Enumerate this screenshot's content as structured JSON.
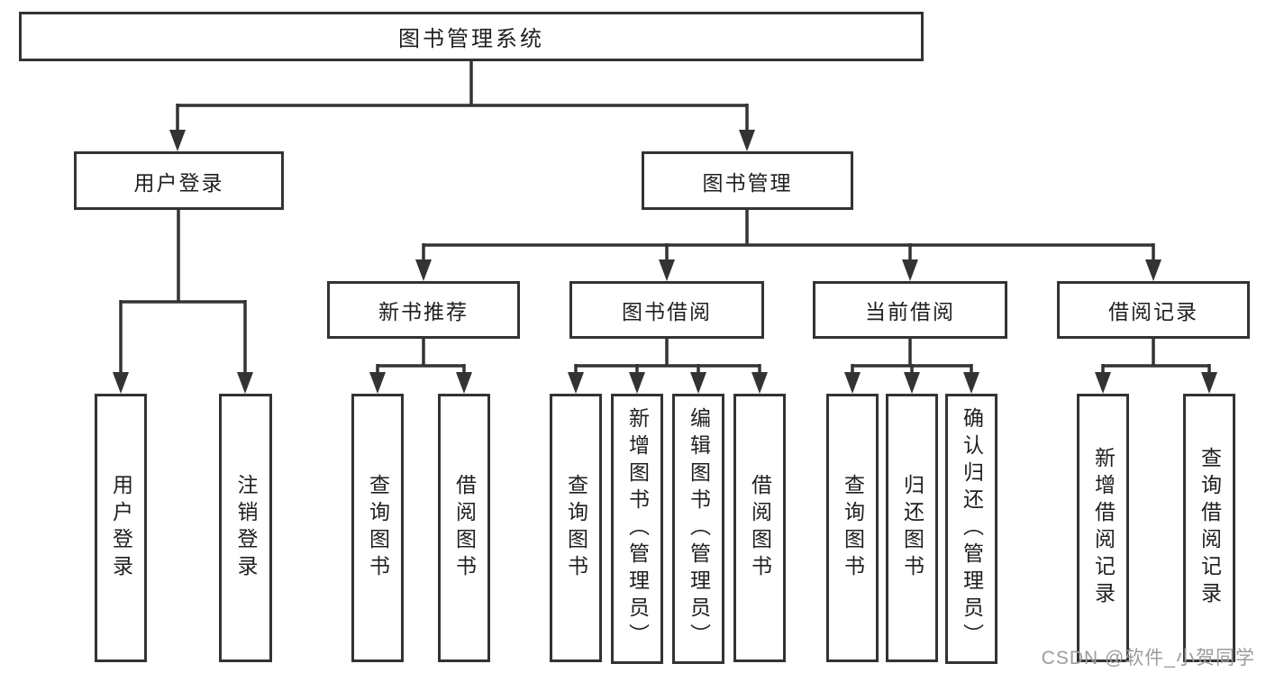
{
  "diagram": {
    "title_node": "图书管理系统",
    "level2": [
      "用户登录",
      "图书管理"
    ],
    "level3": [
      "新书推荐",
      "图书借阅",
      "当前借阅",
      "借阅记录"
    ],
    "leaves_login": [
      "用户登录",
      "注销登录"
    ],
    "leaves_newbook": [
      "查询图书",
      "借阅图书"
    ],
    "leaves_borrow": [
      "查询图书",
      "新增图书（管理员）",
      "编辑图书（管理员）",
      "借阅图书"
    ],
    "leaves_current": [
      "查询图书",
      "归还图书",
      "确认归还（管理员）"
    ],
    "leaves_records": [
      "新增借阅记录",
      "查询借阅记录"
    ],
    "watermark": "CSDN @软件_小贺同学",
    "colors": {
      "line": "#333333",
      "box_background": "#ffffff",
      "text": "#1f1f1f",
      "watermark": "#9c9c9c"
    }
  }
}
